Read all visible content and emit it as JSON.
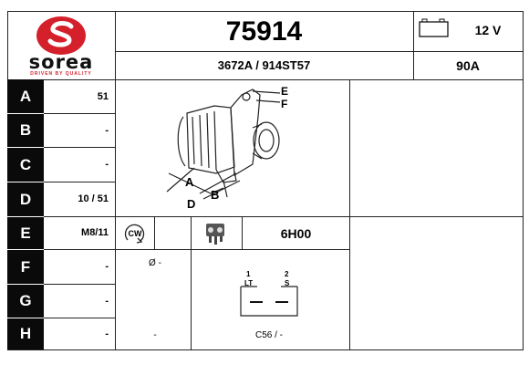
{
  "brand": {
    "name": "sorea",
    "tagline": "DRIVEN BY QUALITY",
    "logo_color": "#d4202a"
  },
  "header": {
    "part_number": "75914",
    "references": "3672A / 914ST57",
    "voltage": "12 V",
    "amperage": "90A"
  },
  "rows": [
    {
      "label": "A",
      "value": "51"
    },
    {
      "label": "B",
      "value": "-"
    },
    {
      "label": "C",
      "value": "-"
    },
    {
      "label": "D",
      "value": "10 / 51"
    },
    {
      "label": "E",
      "value": "M8/11"
    },
    {
      "label": "F",
      "value": "-"
    },
    {
      "label": "G",
      "value": "-"
    },
    {
      "label": "H",
      "value": "-"
    }
  ],
  "diagram": {
    "labels": {
      "a": "A",
      "b": "B",
      "d": "D",
      "e": "E",
      "f": "F"
    }
  },
  "specs": {
    "rotation": "CW",
    "regulator_code": "6H00",
    "diameter": "Ø -",
    "pulley_value": "-",
    "connector_code": "C56  /  -",
    "connector_pin1_number": "1",
    "connector_pin1_name": "LT",
    "connector_pin2_number": "2",
    "connector_pin2_name": "S"
  }
}
